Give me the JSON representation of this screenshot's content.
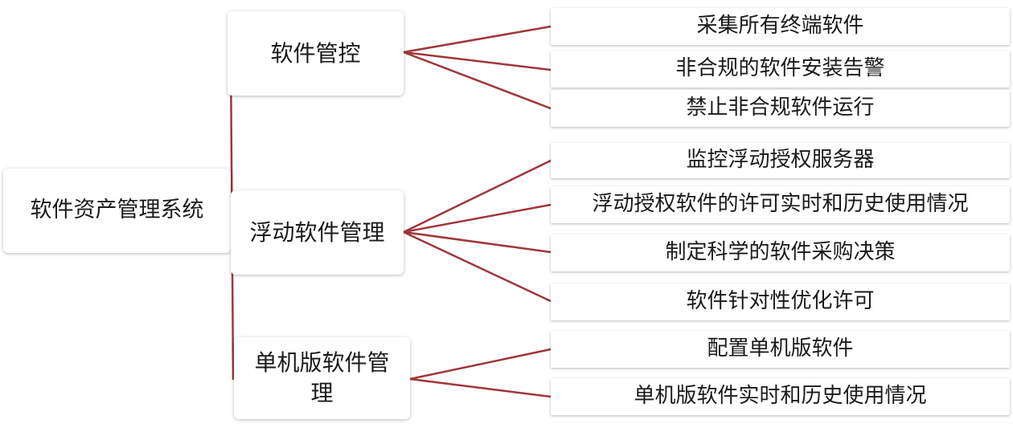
{
  "diagram": {
    "root": {
      "label": "软件资产管理系统"
    },
    "branches": [
      {
        "label": "软件管控",
        "children": [
          "采集所有终端软件",
          "非合规的软件安装告警",
          "禁止非合规软件运行"
        ]
      },
      {
        "label": "浮动软件管理",
        "children": [
          "监控浮动授权服务器",
          "浮动授权软件的许可实时和历史使用情况",
          "制定科学的软件采购决策",
          "软件针对性优化许可"
        ]
      },
      {
        "label": "单机版软件管理",
        "children": [
          "配置单机版软件",
          "单机版软件实时和历史使用情况"
        ]
      }
    ],
    "connector_color": "#a0363a"
  }
}
